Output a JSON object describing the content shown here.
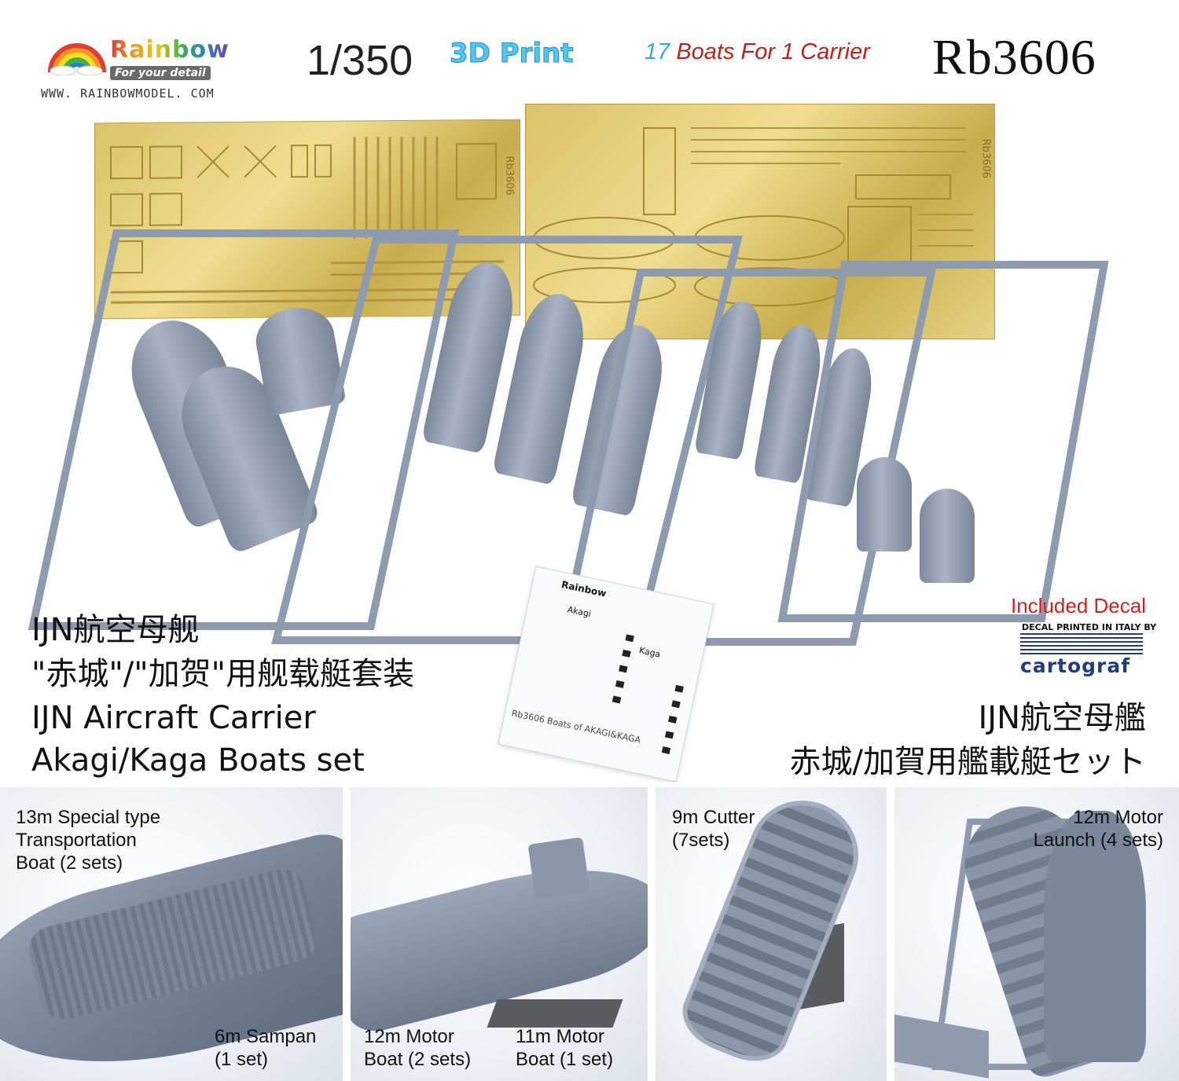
{
  "header": {
    "brand": "Rainbow",
    "tagline": "For your detail",
    "website": "WWW. RAINBOWMODEL. COM",
    "scale": "1/350",
    "print_type": "3D Print",
    "boats_count": "17",
    "boats_text": "Boats For 1 Carrier",
    "product_code": "Rb3606"
  },
  "title_cn": {
    "line1": "IJN航空母舰",
    "line2": "\"赤城\"/\"加贺\"用舰载艇套装",
    "line3": "IJN Aircraft Carrier",
    "line4": "Akagi/Kaga Boats set"
  },
  "title_jp": {
    "line1": "IJN航空母艦",
    "line2": "赤城/加賀用艦載艇セット"
  },
  "decal_badge": {
    "included": "Included Decal",
    "printed": "DECAL PRINTED IN ITALY BY",
    "brand": "cartograf"
  },
  "decal_sheet": {
    "brand": "Rainbow",
    "left_title": "Akagi",
    "right_title": "Kaga",
    "footer": "Rb3606  Boats of AKAGI&KAGA"
  },
  "etch": {
    "left_code": "Rb3606",
    "right_code": "Rb3606"
  },
  "captions": {
    "special": "13m Special type\nTransportation\nBoat (2 sets)",
    "sampan": "6m Sampan\n(1 set)",
    "motor12": "12m Motor\nBoat (2 sets)",
    "motor11": "11m Motor\nBoat (1 set)",
    "cutter": "9m Cutter\n(7sets)",
    "launch": "12m Motor\nLaunch (4 sets)"
  },
  "colors": {
    "accent_blue": "#2fa8e4",
    "accent_red": "#c0201a",
    "resin_grey": "#8e9aae",
    "brass": "#e0c877",
    "cartograf_blue": "#1f3c8c",
    "decal_red": "#d62020"
  }
}
